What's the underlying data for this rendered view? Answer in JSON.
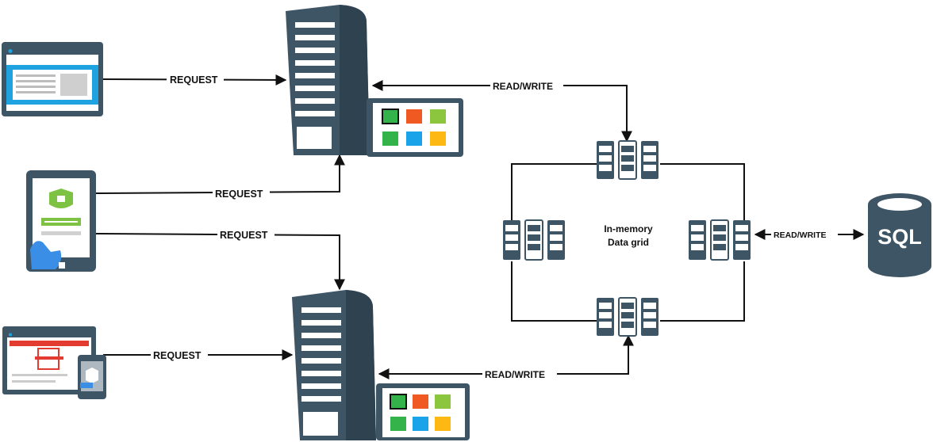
{
  "labels": {
    "request_desktop": "REQUEST",
    "request_tablet_top": "REQUEST",
    "request_tablet_bottom": "REQUEST",
    "request_web": "REQUEST",
    "readwrite_top": "READ/WRITE",
    "readwrite_bottom": "READ/WRITE",
    "readwrite_sql": "READ/WRITE",
    "grid_line1": "In-memory",
    "grid_line2": "Data grid",
    "sql": "SQL"
  },
  "colors": {
    "server": "#3e5566",
    "browser_blue": "#1fa3e0",
    "tile_green": "#33b34a",
    "tile_orange": "#f05a22",
    "tile_lime": "#8cc63f",
    "tile_blue": "#1aa3e8",
    "tile_yellow": "#fdb813",
    "tablet_green": "#7dc242",
    "web_red": "#e33b2f"
  }
}
